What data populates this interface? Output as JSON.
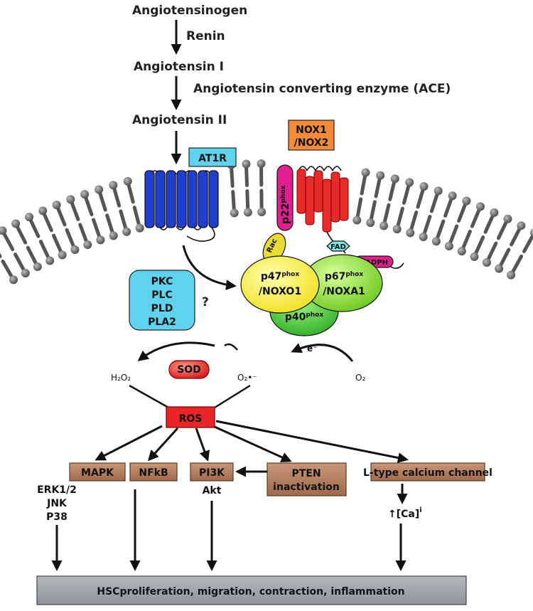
{
  "cascade": {
    "angiotensinogen": "Angiotensinogen",
    "renin": "Renin",
    "angiotensin_1": "Angiotensin I",
    "ace": "Angiotensin converting enzyme (ACE)",
    "angiotensin_2": "Angiotensin II"
  },
  "receptors": {
    "at1r": "AT1R",
    "nox_line1": "NOX1",
    "nox_line2": "/NOX2",
    "p22": "p22",
    "phox": "phox"
  },
  "subunits": {
    "rac": "Rac",
    "fad": "FAD",
    "nadph": "NADPH",
    "p47": "p47",
    "noxo1": "/NOXO1",
    "p67": "p67",
    "noxa1": "/NOXA1",
    "p40": "p40",
    "phox": "phox"
  },
  "kinases": {
    "items": [
      "PKC",
      "PLC",
      "PLD",
      "PLA2"
    ],
    "question": "?"
  },
  "redox": {
    "h2o2": "H₂O₂",
    "sod": "SOD",
    "superoxide": "O₂•⁻",
    "electron": "e⁻",
    "o2": "O₂",
    "ros": "ROS"
  },
  "effectors": {
    "mapk": "MAPK",
    "mapk_sub": [
      "ERK1/2",
      "JNK",
      "P38"
    ],
    "nfkb": "NFkB",
    "pi3k": "PI3K",
    "akt": "Akt",
    "pten_1": "PTEN",
    "pten_2": "inactivation",
    "ltype": "L-type calcium channel",
    "ca": "↑[Ca]",
    "ca_sup": "i"
  },
  "outcome": "HSCproliferation, migration, contraction, inflammation",
  "colors": {
    "at1r_blue": "#1f3fd0",
    "nox_red": "#e82a2a",
    "p22_magenta": "#e0208f",
    "nox_orange": "#f58a3a",
    "effector_brown": "#b07a5c",
    "ros_red": "#e8262a",
    "kinase_cyan": "#5fd3ee",
    "outcome_gray": "#9ea3a8"
  }
}
